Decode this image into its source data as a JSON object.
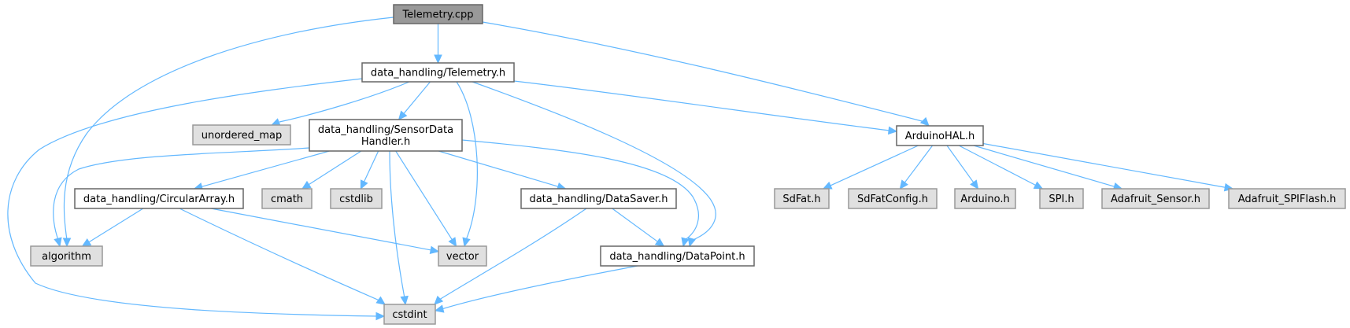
{
  "title": "Telemetry.cpp include dependency graph",
  "colors": {
    "edge": "#63b8ff",
    "root_fill": "#999999",
    "local_fill": "#ffffff",
    "system_fill": "#e0e0e0"
  },
  "nodes": [
    {
      "id": "telemetry_cpp",
      "kind": "root",
      "lines": [
        "Telemetry.cpp"
      ]
    },
    {
      "id": "telemetry_h",
      "kind": "local",
      "lines": [
        "data_handling/Telemetry.h"
      ]
    },
    {
      "id": "unordered_map",
      "kind": "system",
      "lines": [
        "unordered_map"
      ]
    },
    {
      "id": "sensordatahandler_h",
      "kind": "local",
      "lines": [
        "data_handling/SensorData",
        "Handler.h"
      ]
    },
    {
      "id": "arduinohal_h",
      "kind": "local",
      "lines": [
        "ArduinoHAL.h"
      ]
    },
    {
      "id": "circulararray_h",
      "kind": "local",
      "lines": [
        "data_handling/CircularArray.h"
      ]
    },
    {
      "id": "cmath",
      "kind": "system",
      "lines": [
        "cmath"
      ]
    },
    {
      "id": "cstdlib",
      "kind": "system",
      "lines": [
        "cstdlib"
      ]
    },
    {
      "id": "datasaver_h",
      "kind": "local",
      "lines": [
        "data_handling/DataSaver.h"
      ]
    },
    {
      "id": "sdfat_h",
      "kind": "system",
      "lines": [
        "SdFat.h"
      ]
    },
    {
      "id": "sdfatconfig_h",
      "kind": "system",
      "lines": [
        "SdFatConfig.h"
      ]
    },
    {
      "id": "arduino_h",
      "kind": "system",
      "lines": [
        "Arduino.h"
      ]
    },
    {
      "id": "spi_h",
      "kind": "system",
      "lines": [
        "SPI.h"
      ]
    },
    {
      "id": "adafruit_sensor_h",
      "kind": "system",
      "lines": [
        "Adafruit_Sensor.h"
      ]
    },
    {
      "id": "adafruit_spiflash_h",
      "kind": "system",
      "lines": [
        "Adafruit_SPIFlash.h"
      ]
    },
    {
      "id": "algorithm",
      "kind": "system",
      "lines": [
        "algorithm"
      ]
    },
    {
      "id": "vector",
      "kind": "system",
      "lines": [
        "vector"
      ]
    },
    {
      "id": "datapoint_h",
      "kind": "local",
      "lines": [
        "data_handling/DataPoint.h"
      ]
    },
    {
      "id": "cstdint",
      "kind": "system",
      "lines": [
        "cstdint"
      ]
    }
  ],
  "edges": [
    {
      "from": "telemetry_cpp",
      "to": "telemetry_h"
    },
    {
      "from": "telemetry_cpp",
      "to": "algorithm"
    },
    {
      "from": "telemetry_cpp",
      "to": "arduinohal_h"
    },
    {
      "from": "telemetry_h",
      "to": "unordered_map"
    },
    {
      "from": "telemetry_h",
      "to": "sensordatahandler_h"
    },
    {
      "from": "telemetry_h",
      "to": "vector"
    },
    {
      "from": "telemetry_h",
      "to": "datapoint_h"
    },
    {
      "from": "telemetry_h",
      "to": "arduinohal_h"
    },
    {
      "from": "telemetry_h",
      "to": "cstdint"
    },
    {
      "from": "sensordatahandler_h",
      "to": "circulararray_h"
    },
    {
      "from": "sensordatahandler_h",
      "to": "cmath"
    },
    {
      "from": "sensordatahandler_h",
      "to": "cstdlib"
    },
    {
      "from": "sensordatahandler_h",
      "to": "datasaver_h"
    },
    {
      "from": "sensordatahandler_h",
      "to": "algorithm"
    },
    {
      "from": "sensordatahandler_h",
      "to": "vector"
    },
    {
      "from": "sensordatahandler_h",
      "to": "cstdint"
    },
    {
      "from": "sensordatahandler_h",
      "to": "datapoint_h"
    },
    {
      "from": "circulararray_h",
      "to": "algorithm"
    },
    {
      "from": "circulararray_h",
      "to": "vector"
    },
    {
      "from": "circulararray_h",
      "to": "cstdint"
    },
    {
      "from": "datasaver_h",
      "to": "datapoint_h"
    },
    {
      "from": "datasaver_h",
      "to": "cstdint"
    },
    {
      "from": "datapoint_h",
      "to": "cstdint"
    },
    {
      "from": "arduinohal_h",
      "to": "sdfat_h"
    },
    {
      "from": "arduinohal_h",
      "to": "sdfatconfig_h"
    },
    {
      "from": "arduinohal_h",
      "to": "arduino_h"
    },
    {
      "from": "arduinohal_h",
      "to": "spi_h"
    },
    {
      "from": "arduinohal_h",
      "to": "adafruit_sensor_h"
    },
    {
      "from": "arduinohal_h",
      "to": "adafruit_spiflash_h"
    }
  ]
}
